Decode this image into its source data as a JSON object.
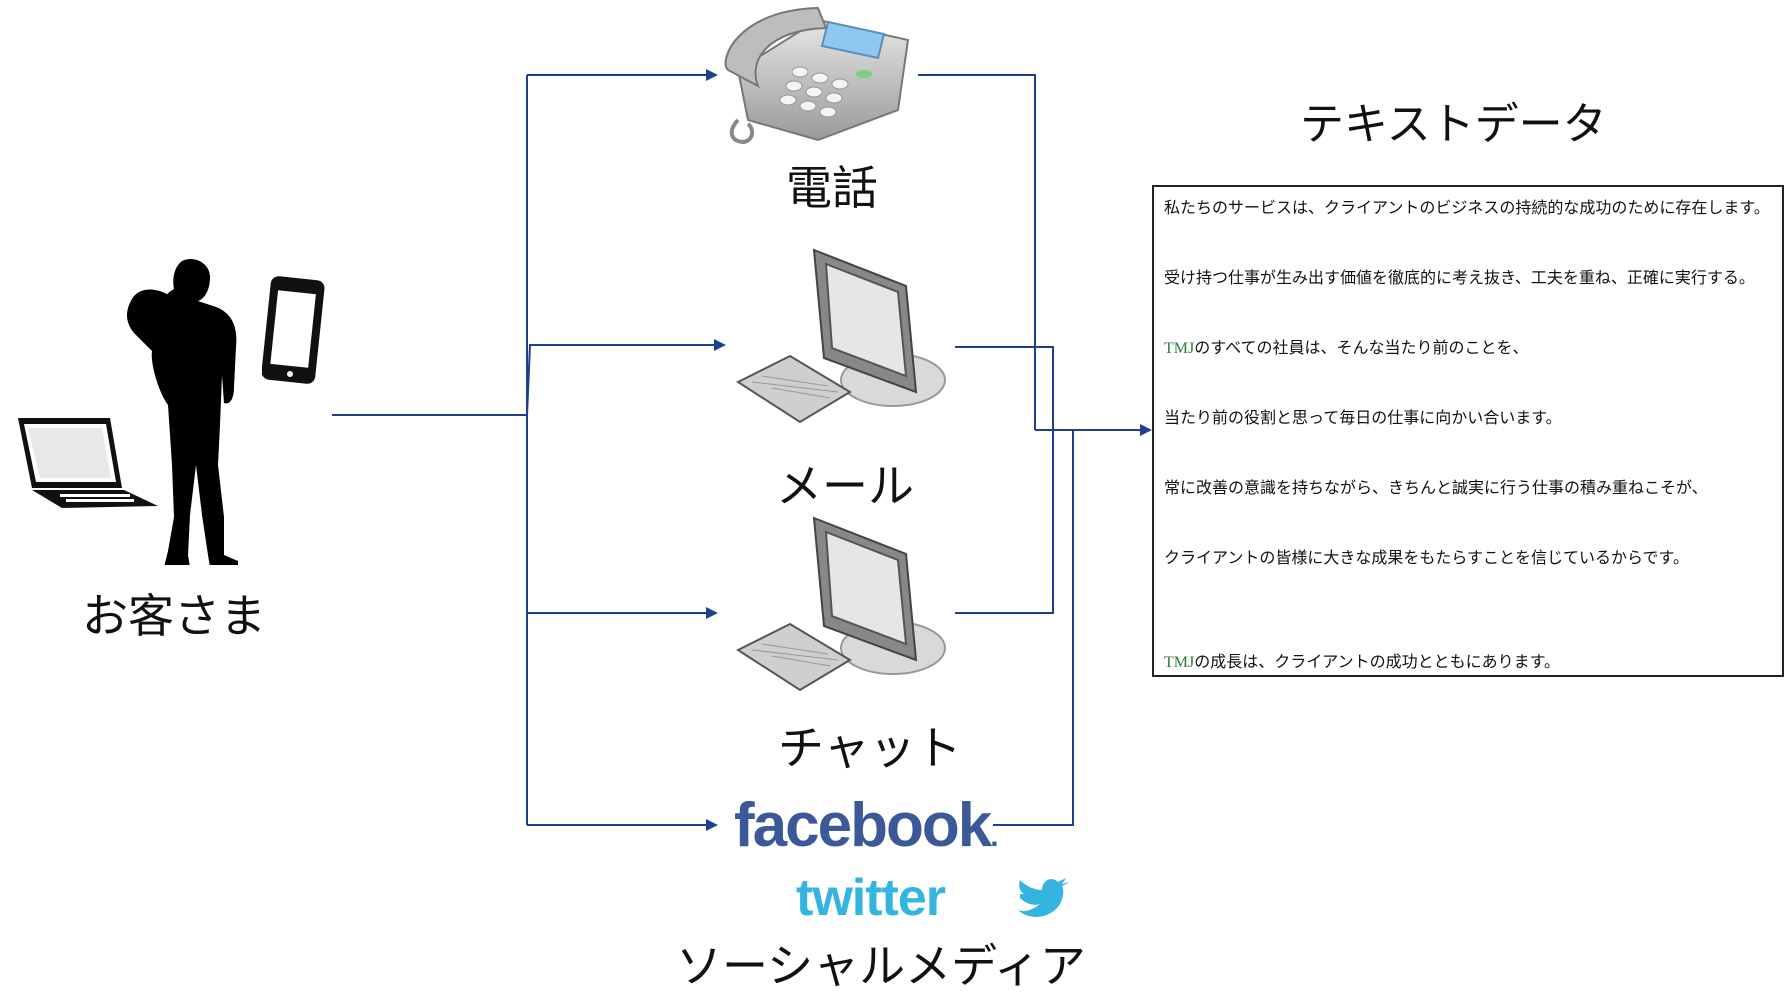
{
  "nodes": {
    "customer": {
      "label": "お客さま"
    },
    "phone": {
      "label": "電話"
    },
    "mail": {
      "label": "メール"
    },
    "chat": {
      "label": "チャット"
    },
    "social": {
      "label": "ソーシャルメディア",
      "facebook_text": "facebook",
      "facebook_dot": ".",
      "twitter_text": "twitter"
    }
  },
  "text_data": {
    "title": "テキストデータ",
    "lines": [
      {
        "prefix": "",
        "text": "私たちのサービスは、クライアントのビジネスの持続的な成功のために存在します。"
      },
      {
        "prefix": "",
        "text": "受け持つ仕事が生み出す価値を徹底的に考え抜き、工夫を重ね、正確に実行する。"
      },
      {
        "prefix": "TMJ",
        "text": "のすべての社員は、そんな当たり前のことを、"
      },
      {
        "prefix": "",
        "text": "当たり前の役割と思って毎日の仕事に向かい合います。"
      },
      {
        "prefix": "",
        "text": "常に改善の意識を持ちながら、きちんと誠実に行う仕事の積み重ねこそが、"
      },
      {
        "prefix": "",
        "text": "クライアントの皆様に大きな成果をもたらすことを信じているからです。"
      },
      {
        "prefix": "TMJ",
        "text": "の成長は、クライアントの成功とともにあります。"
      }
    ]
  },
  "icons": {
    "customer": "person-with-devices-icon",
    "phone": "desk-telephone-icon",
    "mail": "desktop-computer-icon",
    "chat": "desktop-computer-icon",
    "twitter": "twitter-bird-icon"
  },
  "colors": {
    "connector": "#1f3f8f",
    "facebook": "#3b5998",
    "twitter": "#33b5e0"
  }
}
